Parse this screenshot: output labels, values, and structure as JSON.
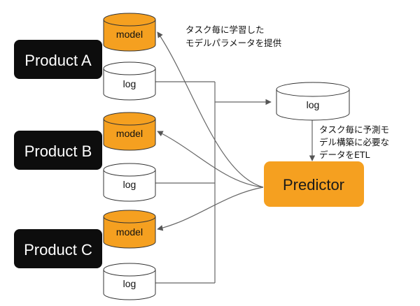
{
  "colors": {
    "product_fill": "#0d0d0d",
    "model_fill": "#f5a020",
    "log_fill": "#ffffff",
    "predictor_fill": "#f5a020",
    "arrow": "#555555"
  },
  "products": [
    {
      "label": "Product A",
      "model_label": "model",
      "log_label": "log"
    },
    {
      "label": "Product B",
      "model_label": "model",
      "log_label": "log"
    },
    {
      "label": "Product C",
      "model_label": "model",
      "log_label": "log"
    }
  ],
  "central_log": {
    "label": "log"
  },
  "predictor": {
    "label": "Predictor"
  },
  "notes": {
    "model_feedback": [
      "タスク毎に学習した",
      "モデルパラメータを提供"
    ],
    "etl": [
      "タスク毎に予測モ",
      "デル構築に必要な",
      "データをETL"
    ]
  }
}
